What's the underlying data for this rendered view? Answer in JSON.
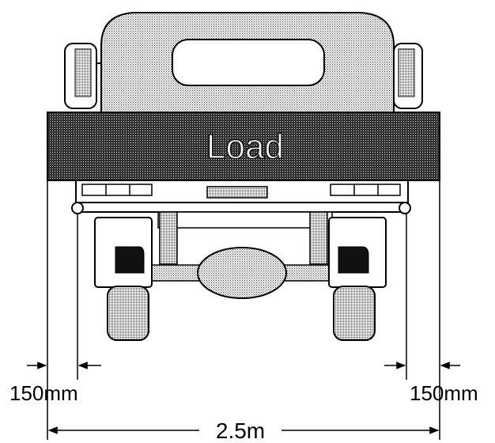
{
  "diagram": {
    "load_label": "Load",
    "left_overhang_label": "150mm",
    "right_overhang_label": "150mm",
    "total_width_label": "2.5m"
  },
  "colors": {
    "ink": "#000000",
    "background": "#ffffff",
    "cab_fill": "#d9d9d9",
    "load_fill": "#5a5a5a",
    "tyre_fill": "#a8a8a8"
  }
}
